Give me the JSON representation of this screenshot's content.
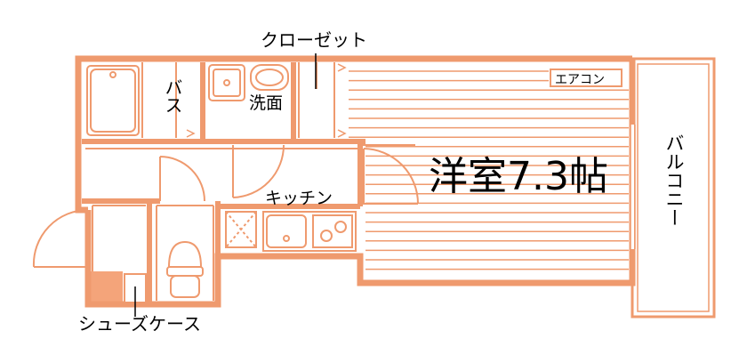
{
  "colors": {
    "wall": "#ef9a6e",
    "floor_lines": "#ef9a6e",
    "entry_tile": "#f4a47a",
    "fixture": "#ef9a6e",
    "text": "#000000",
    "background": "#ffffff"
  },
  "labels": {
    "closet": "クローゼット",
    "bath": "バス",
    "washroom": "洗面",
    "aircon": "エアコン",
    "living_room": "洋室7.3帖",
    "balcony": "バルコニー",
    "kitchen": "キッチン",
    "shoe_case": "シューズケース"
  },
  "icons": {
    "bathtub": "bathtub-icon",
    "wash_basin": "wash-basin-icon",
    "toilet": "toilet-icon",
    "stove": "stove-icon",
    "kitchen_sink": "kitchen-sink-icon",
    "washing_machine": "washing-machine-pan-icon"
  }
}
